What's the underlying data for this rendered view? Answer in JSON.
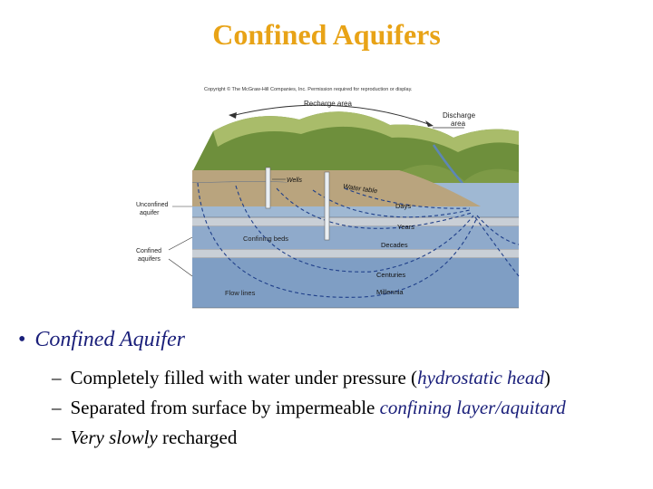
{
  "title": "Confined Aquifers",
  "figure": {
    "copyright": "Copyright © The McGraw-Hill Companies, Inc. Permission required for reproduction or display.",
    "labels": {
      "recharge_area": "Recharge area",
      "discharge_area_1": "Discharge",
      "discharge_area_2": "area",
      "wells": "Wells",
      "water_table": "Water table",
      "unconfined_1": "Unconfined",
      "unconfined_2": "aquifer",
      "confining_beds": "Confining beds",
      "confined_1": "Confined",
      "confined_2": "aquifers",
      "flow_lines": "Flow lines",
      "days": "Days",
      "years": "Years",
      "decades": "Decades",
      "centuries": "Centuries",
      "millennia": "Millennia"
    },
    "colors": {
      "sky": "#ffffff",
      "hills": "#6e8f3c",
      "hills_light": "#a9bc6a",
      "soil": "#b9a47e",
      "unconfined": "#9fb8d3",
      "confining_bed": "#c9cfd6",
      "confined": "#8faacb",
      "flow_line": "#1f3f8a"
    }
  },
  "bullets": {
    "main": "Confined Aquifer",
    "items": [
      {
        "before": "Completely filled with water under pressure (",
        "em": "hydrostatic head",
        "after": ")"
      },
      {
        "before": "Separated from surface by impermeable ",
        "em": "confining layer/aquitard",
        "after": ""
      },
      {
        "em": "Very slowly",
        "after": " recharged"
      }
    ]
  }
}
